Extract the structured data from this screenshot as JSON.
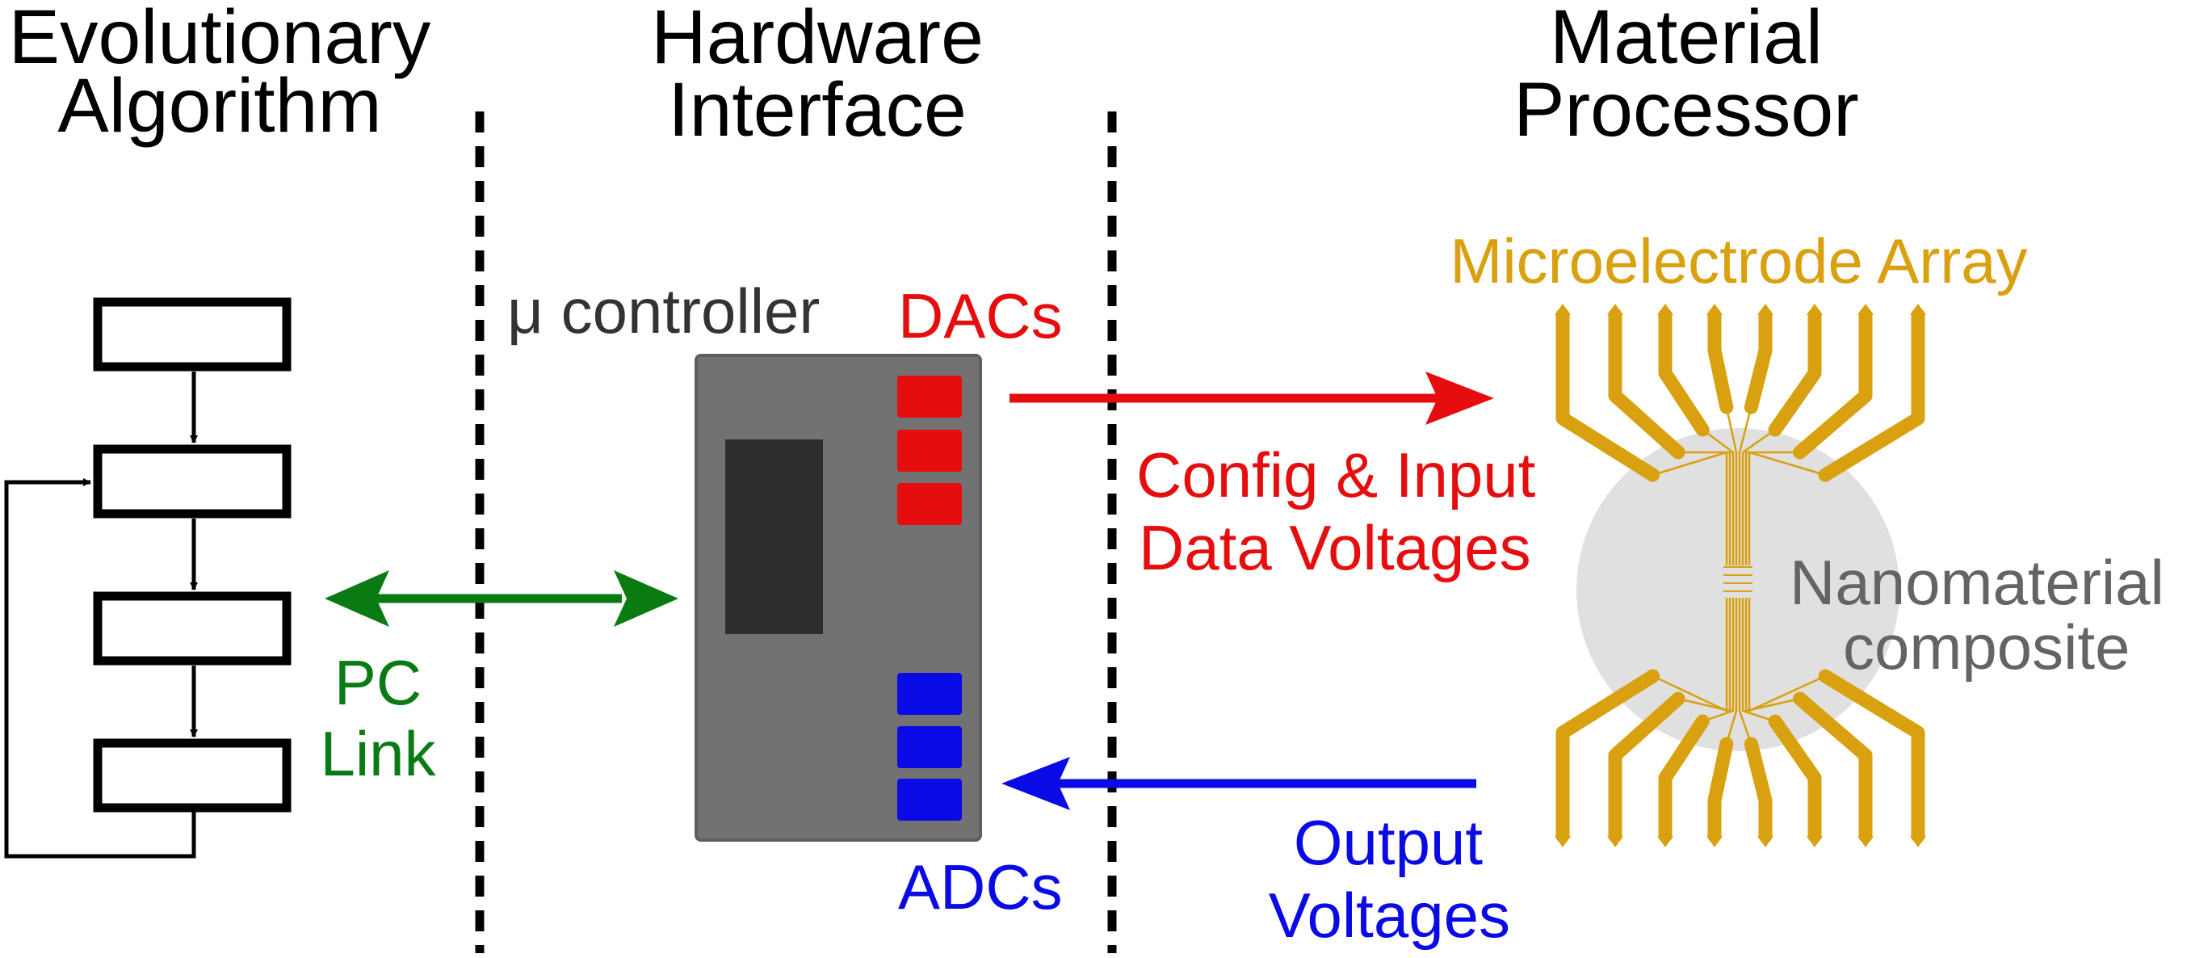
{
  "headers": {
    "evolutionary": [
      "Evolutionary",
      "Algorithm"
    ],
    "hardware": [
      "Hardware",
      "Interface"
    ],
    "material": [
      "Material",
      "Processor"
    ]
  },
  "labels": {
    "mu_controller": "μ controller",
    "dacs": "DACs",
    "adcs": "ADCs",
    "pc_link": [
      "PC",
      "Link"
    ],
    "config_input": [
      "Config & Input",
      "Data Voltages"
    ],
    "output_voltages": [
      "Output",
      "Voltages"
    ],
    "microelectrode_array": "Microelectrode Array",
    "nanomaterial": [
      "Nanomaterial",
      "composite"
    ]
  },
  "colors": {
    "green": "#0a7a12",
    "red": "#e50d0d",
    "blue": "#0a0ae6",
    "gold": "#d9a00f",
    "gray_text": "#646464",
    "controller_body": "#727272",
    "controller_chip": "#2e2e2e",
    "blob": "#e0e0e0"
  }
}
